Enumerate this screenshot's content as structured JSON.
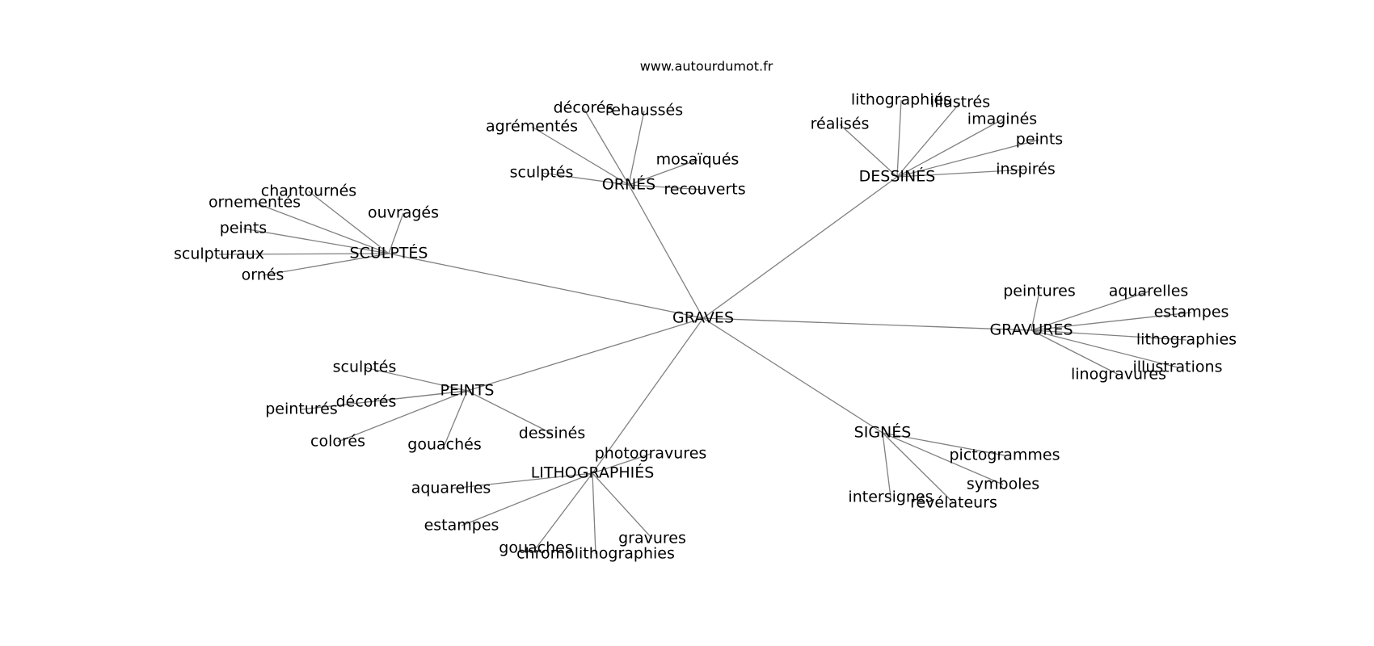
{
  "source": "www.autourdumot.fr",
  "colors": {
    "edge": "#808080",
    "text": "#000000",
    "background": "#ffffff"
  },
  "graph": {
    "root": "GRAVES",
    "hubs": [
      {
        "label": "ORNÉS",
        "leaves": [
          "agrémentés",
          "décorés",
          "rehaussés",
          "mosaïqués",
          "sculptés",
          "recouverts"
        ]
      },
      {
        "label": "DESSINÉS",
        "leaves": [
          "lithographiés",
          "illustrés",
          "réalisés",
          "imaginés",
          "peints",
          "inspirés"
        ]
      },
      {
        "label": "SCULPTÉS",
        "leaves": [
          "chantournés",
          "ornementés",
          "ouvragés",
          "peints",
          "sculpturaux",
          "ornés"
        ]
      },
      {
        "label": "GRAVURES",
        "leaves": [
          "peintures",
          "aquarelles",
          "estampes",
          "lithographies",
          "illustrations",
          "linogravures"
        ]
      },
      {
        "label": "PEINTS",
        "leaves": [
          "sculptés",
          "décorés",
          "peinturés",
          "colorés",
          "gouachés",
          "dessinés"
        ]
      },
      {
        "label": "SIGNÉS",
        "leaves": [
          "pictogrammes",
          "symboles",
          "intersignes",
          "révélateurs"
        ]
      },
      {
        "label": "LITHOGRAPHIÉS",
        "leaves": [
          "photogravures",
          "aquarelles",
          "estampes",
          "gouaches",
          "chromolithographies",
          "gravures"
        ]
      }
    ]
  }
}
